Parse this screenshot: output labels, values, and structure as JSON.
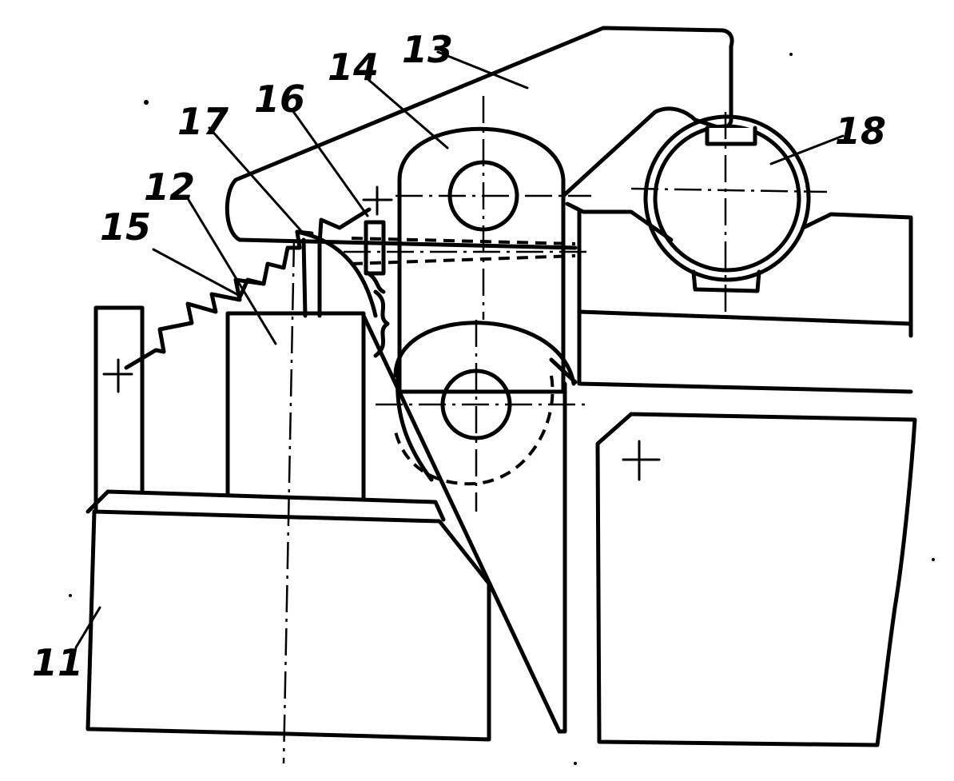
{
  "figure": {
    "labels": {
      "part_11": "11",
      "part_12": "12",
      "part_13": "13",
      "part_14": "14",
      "part_15": "15",
      "part_16": "16",
      "part_17": "17",
      "part_18": "18"
    },
    "colors": {
      "ink": "#000000",
      "paper": "#ffffff"
    }
  }
}
